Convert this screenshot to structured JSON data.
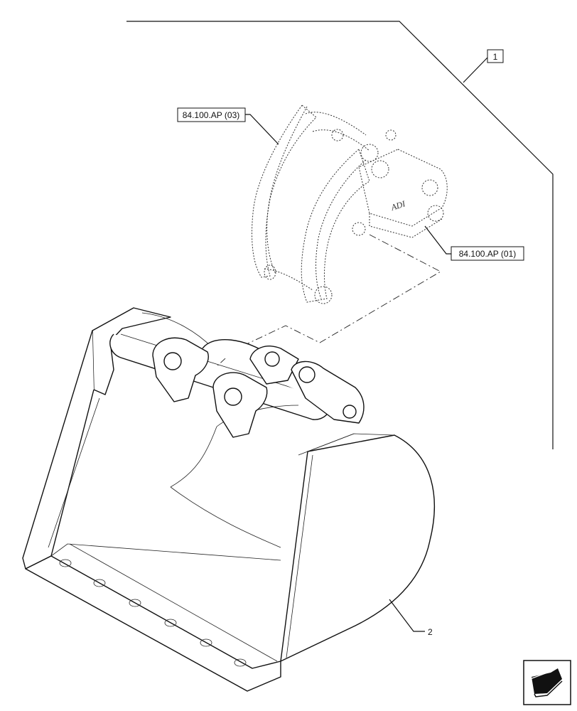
{
  "callouts": {
    "item_1": "1",
    "item_2": "2",
    "ref_03": "84.100.AP (03)",
    "ref_01": "84.100.AP (01)"
  },
  "embossed_text": "ADI",
  "nav_icon": "next-page-arrow-icon"
}
